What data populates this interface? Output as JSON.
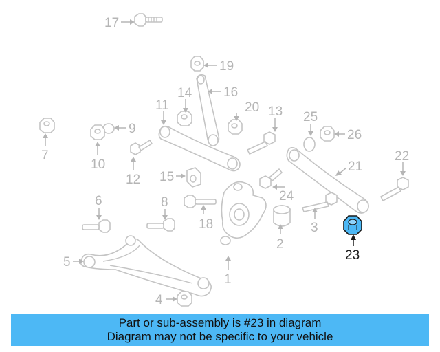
{
  "diagram": {
    "callouts": [
      {
        "id": "17",
        "label": "17"
      },
      {
        "id": "19",
        "label": "19"
      },
      {
        "id": "14",
        "label": "14"
      },
      {
        "id": "16",
        "label": "16"
      },
      {
        "id": "11",
        "label": "11"
      },
      {
        "id": "20",
        "label": "20"
      },
      {
        "id": "13",
        "label": "13"
      },
      {
        "id": "25",
        "label": "25"
      },
      {
        "id": "26",
        "label": "26"
      },
      {
        "id": "9",
        "label": "9"
      },
      {
        "id": "7",
        "label": "7"
      },
      {
        "id": "10",
        "label": "10"
      },
      {
        "id": "12",
        "label": "12"
      },
      {
        "id": "22",
        "label": "22"
      },
      {
        "id": "15",
        "label": "15"
      },
      {
        "id": "21",
        "label": "21"
      },
      {
        "id": "24",
        "label": "24"
      },
      {
        "id": "6",
        "label": "6"
      },
      {
        "id": "8",
        "label": "8"
      },
      {
        "id": "18",
        "label": "18"
      },
      {
        "id": "3",
        "label": "3"
      },
      {
        "id": "2",
        "label": "2"
      },
      {
        "id": "23",
        "label": "23"
      },
      {
        "id": "5",
        "label": "5"
      },
      {
        "id": "1",
        "label": "1"
      },
      {
        "id": "4",
        "label": "4"
      }
    ],
    "highlighted_part": "23",
    "highlight_color": "#4db8f5",
    "line_color": "#c4c4c4"
  },
  "banner": {
    "line1": "Part or sub-assembly is #23 in diagram",
    "line2": "Diagram may not be specific to your vehicle",
    "background": "#4db8f5"
  }
}
